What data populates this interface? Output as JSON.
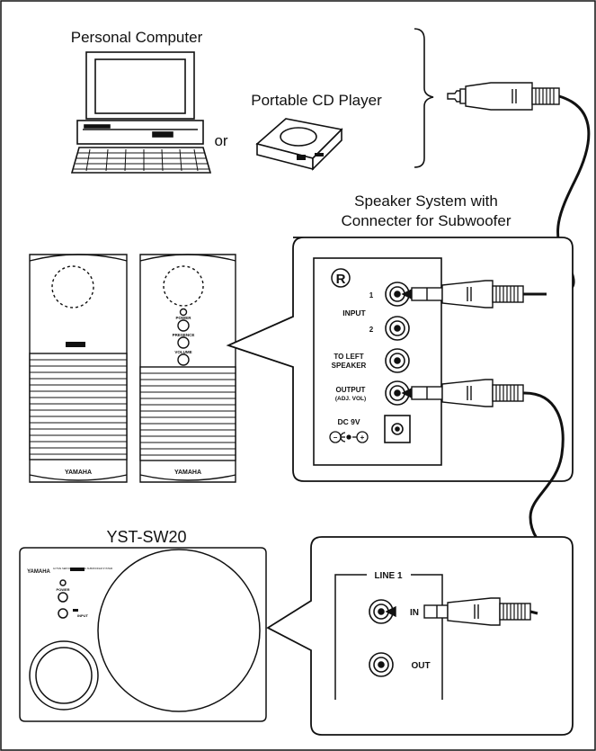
{
  "labels": {
    "personal_computer": "Personal Computer",
    "portable_cd_player": "Portable CD Player",
    "or": "or",
    "speaker_system_line1": "Speaker System with",
    "speaker_system_line2": "Connecter for Subwoofer",
    "subwoofer_model": "YST-SW20"
  },
  "speaker_panel": {
    "channel_mark": "R",
    "input_1": "1",
    "input_label": "INPUT",
    "input_2": "2",
    "to_left_line1": "TO LEFT",
    "to_left_line2": "SPEAKER",
    "output_line1": "OUTPUT",
    "output_line2": "(ADJ. VOL)",
    "dc_label": "DC 9V",
    "polarity_minus": "−",
    "polarity_plus": "+"
  },
  "speakers": {
    "brand": "YAMAHA",
    "power": "POWER",
    "presence": "PRESENCE",
    "volume": "VOLUME"
  },
  "subwoofer": {
    "brand": "YAMAHA",
    "power": "POWER",
    "input_mark": "INPUT",
    "fine_print": "ACTIVE SERVO PROCESSING SUBWOOFER SYSTEM"
  },
  "line_panel": {
    "title": "LINE 1",
    "in": "IN",
    "out": "OUT"
  }
}
